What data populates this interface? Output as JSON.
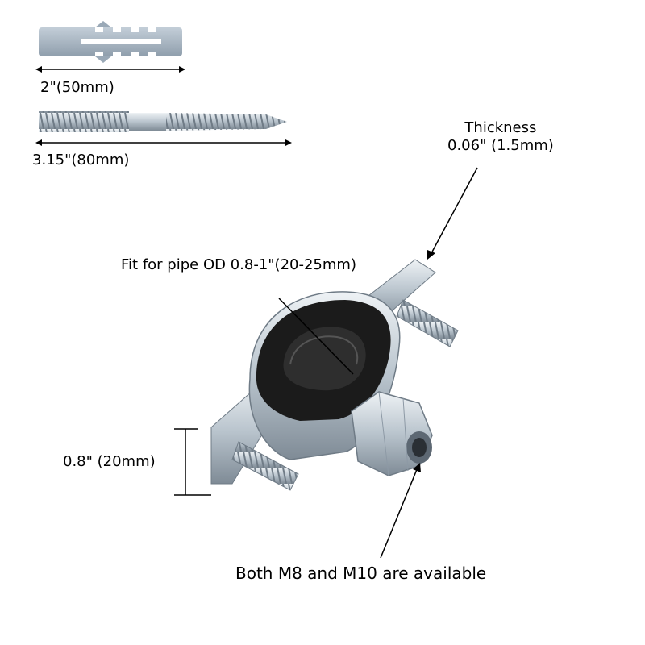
{
  "labels": {
    "anchor_length": "2\"(50mm)",
    "screw_length": "3.15\"(80mm)",
    "thickness_title": "Thickness",
    "thickness_value": "0.06\" (1.5mm)",
    "pipe_fit": "Fit for pipe OD 0.8-1\"(20-25mm)",
    "clamp_height": "0.8\"  (20mm)",
    "thread_sizes": "Both M8 and M10 are available"
  },
  "colors": {
    "anchor": "#a6b4c2",
    "metal": "#c9d2da",
    "metal_dark": "#8d99a5",
    "rubber": "#1b1b1b",
    "line": "#000000"
  },
  "icons": {
    "anchor": "wall-plug-anchor",
    "screw": "hanger-bolt-screw",
    "clamp": "pipe-clamp"
  }
}
